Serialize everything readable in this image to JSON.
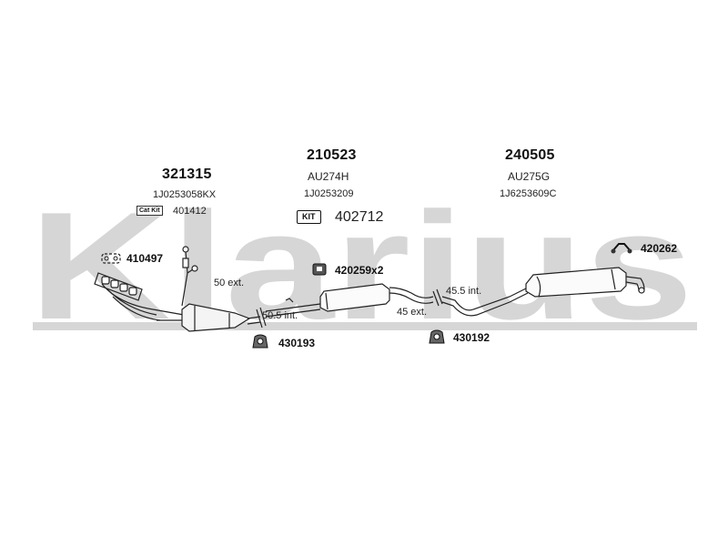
{
  "watermark": {
    "text": "Klarius",
    "color": "#d6d6d6"
  },
  "sections": [
    {
      "part_number": "321315",
      "code": "1J0253058KX"
    },
    {
      "part_number": "210523",
      "model": "AU274H",
      "code": "1J0253209"
    },
    {
      "part_number": "240505",
      "model": "AU275G",
      "code": "1J6253609C"
    }
  ],
  "cat_kit": {
    "tag": "Cat Kit",
    "number": "401412"
  },
  "kit": {
    "tag": "KIT",
    "number": "402712"
  },
  "parts": {
    "gasket": "410497",
    "hanger_mid": "420259x2",
    "hanger_rear": "420262",
    "mount_front": "430193",
    "mount_rear": "430192"
  },
  "joints": {
    "front_ext": "50 ext.",
    "front_int": "50.5 int.",
    "rear_int": "45.5 int.",
    "rear_ext": "45 ext."
  }
}
